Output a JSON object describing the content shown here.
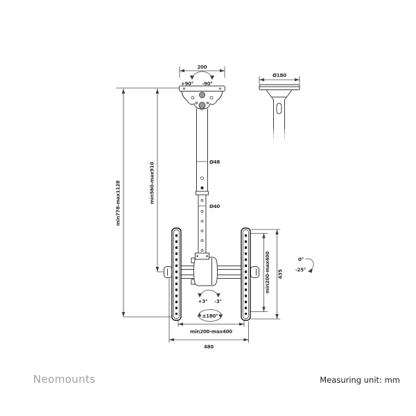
{
  "footer": {
    "brand": "Neomounts",
    "measuring_unit": "Measuring unit: mm"
  },
  "colors": {
    "background": "#ffffff",
    "line": "#3a3a3a",
    "dimension_line": "#4a4a4a",
    "label_text": "#2b2b2b",
    "rail": "#161616",
    "hole_fill": "#9a9a9a",
    "brand_text": "#9ba1a5"
  },
  "front_view": {
    "ceiling_plate_width": "200",
    "swivel_range_left": "+90°",
    "swivel_range_right": "-90°",
    "upper_pole_diameter": "Ø48",
    "lower_pole_diameter": "Ø40",
    "overall_height": "min778-max1128",
    "pole_height": "min560-max910",
    "vesa_height": "min200-max400",
    "bracket_height": "435",
    "level_adjust_left": "+3°",
    "level_adjust_right": "-3°",
    "rotation_range": "±180°",
    "vesa_width": "min200-max400",
    "bracket_width": "480"
  },
  "side_view": {
    "ceiling_plate_diameter": "Ø180",
    "tilt_up": "0°",
    "tilt_down": "-25°"
  }
}
